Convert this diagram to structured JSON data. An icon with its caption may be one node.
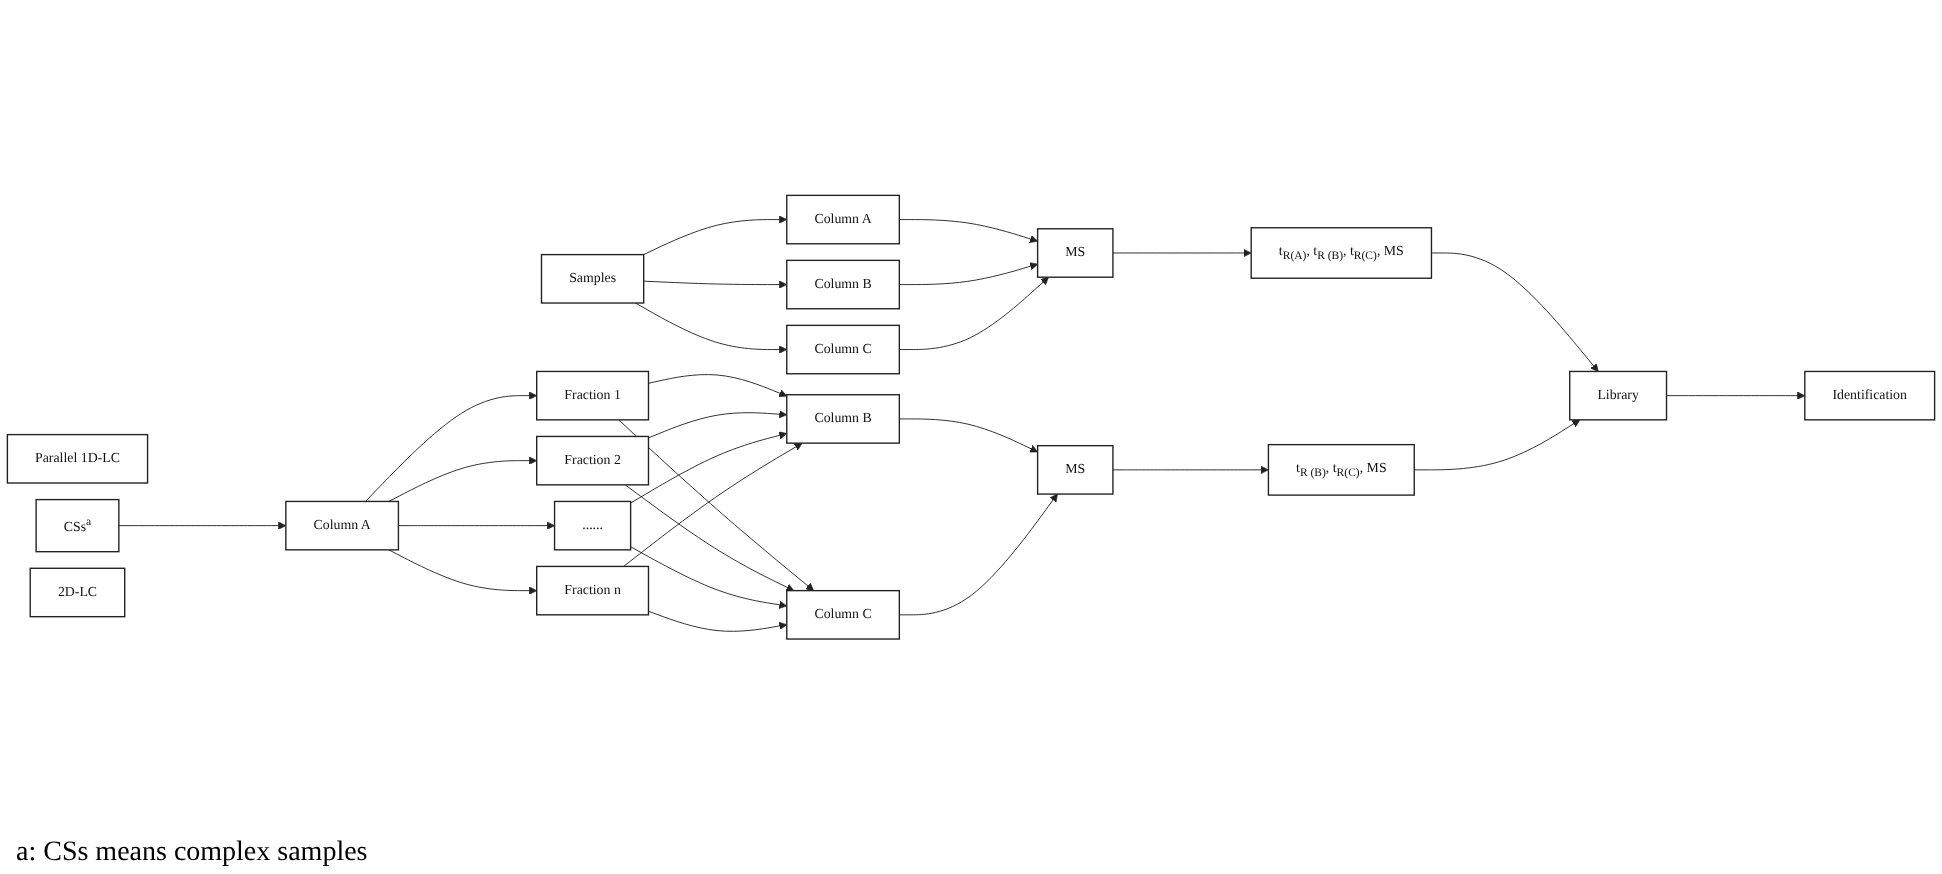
{
  "diagram": {
    "nodes": [
      {
        "text": [
          "Parallel  1D-LC"
        ]
      },
      {
        "text": [
          "Samples"
        ]
      },
      {
        "text": [
          "Column A"
        ]
      },
      {
        "text": [
          "Column B"
        ]
      },
      {
        "text": [
          "Column C"
        ]
      },
      {
        "text": [
          "MS"
        ]
      },
      {
        "text": [
          "t$_{R(A)}$, t$_{R (B)}$, t$_{R(C)}$, MS"
        ]
      },
      {
        "text": [
          "CSs$^{a}$"
        ]
      },
      {
        "text": [
          "Column A"
        ]
      },
      {
        "text": [
          "Fraction 1"
        ]
      },
      {
        "text": [
          "Fraction 2"
        ]
      },
      {
        "text": [
          "......"
        ]
      },
      {
        "text": [
          "Fraction n"
        ]
      },
      {
        "text": [
          "Column B"
        ]
      },
      {
        "text": [
          "Column C"
        ]
      },
      {
        "text": [
          "MS"
        ]
      },
      {
        "text": [
          "t$_{R (B)}$, t$_{R(C)}$, MS"
        ]
      },
      {
        "text": [
          "Library"
        ]
      },
      {
        "text": [
          "Identification"
        ]
      },
      {
        "text": [
          "2D-LC"
        ]
      }
    ],
    "edges": [
      {
        "from": 1,
        "to": 2,
        "arrow": "to"
      },
      {
        "from": 1,
        "to": 3,
        "arrow": "to"
      },
      {
        "from": 1,
        "to": 4,
        "arrow": "to"
      },
      {
        "from": 2,
        "to": 5,
        "arrow": "to"
      },
      {
        "from": 3,
        "to": 5,
        "arrow": "to"
      },
      {
        "from": 4,
        "to": 5,
        "arrow": "to"
      },
      {
        "from": 5,
        "to": 6,
        "arrow": "to"
      },
      {
        "from": 6,
        "to": 17,
        "arrow": "to"
      },
      {
        "from": 7,
        "to": 8,
        "arrow": "to"
      },
      {
        "from": 8,
        "to": 9,
        "arrow": "to"
      },
      {
        "from": 8,
        "to": 10,
        "arrow": "to"
      },
      {
        "from": 8,
        "to": 11,
        "arrow": "to"
      },
      {
        "from": 8,
        "to": 12,
        "arrow": "to"
      },
      {
        "from": 9,
        "to": 13,
        "arrow": "to"
      },
      {
        "from": 9,
        "to": 14,
        "arrow": "to"
      },
      {
        "from": 10,
        "to": 13,
        "arrow": "to"
      },
      {
        "from": 10,
        "to": 14,
        "arrow": "to"
      },
      {
        "from": 11,
        "to": 13,
        "arrow": "to"
      },
      {
        "from": 11,
        "to": 14,
        "arrow": "to"
      },
      {
        "from": 12,
        "to": 13,
        "arrow": "to"
      },
      {
        "from": 12,
        "to": 14,
        "arrow": "to"
      },
      {
        "from": 13,
        "to": 15,
        "arrow": "to"
      },
      {
        "from": 14,
        "to": 15,
        "arrow": "to"
      },
      {
        "from": 15,
        "to": 16,
        "arrow": "to"
      },
      {
        "from": 16,
        "to": 17,
        "arrow": "to"
      },
      {
        "from": 17,
        "to": 18,
        "arrow": "to"
      }
    ],
    "labels": [
      "a: CSs means complex samples"
    ]
  }
}
